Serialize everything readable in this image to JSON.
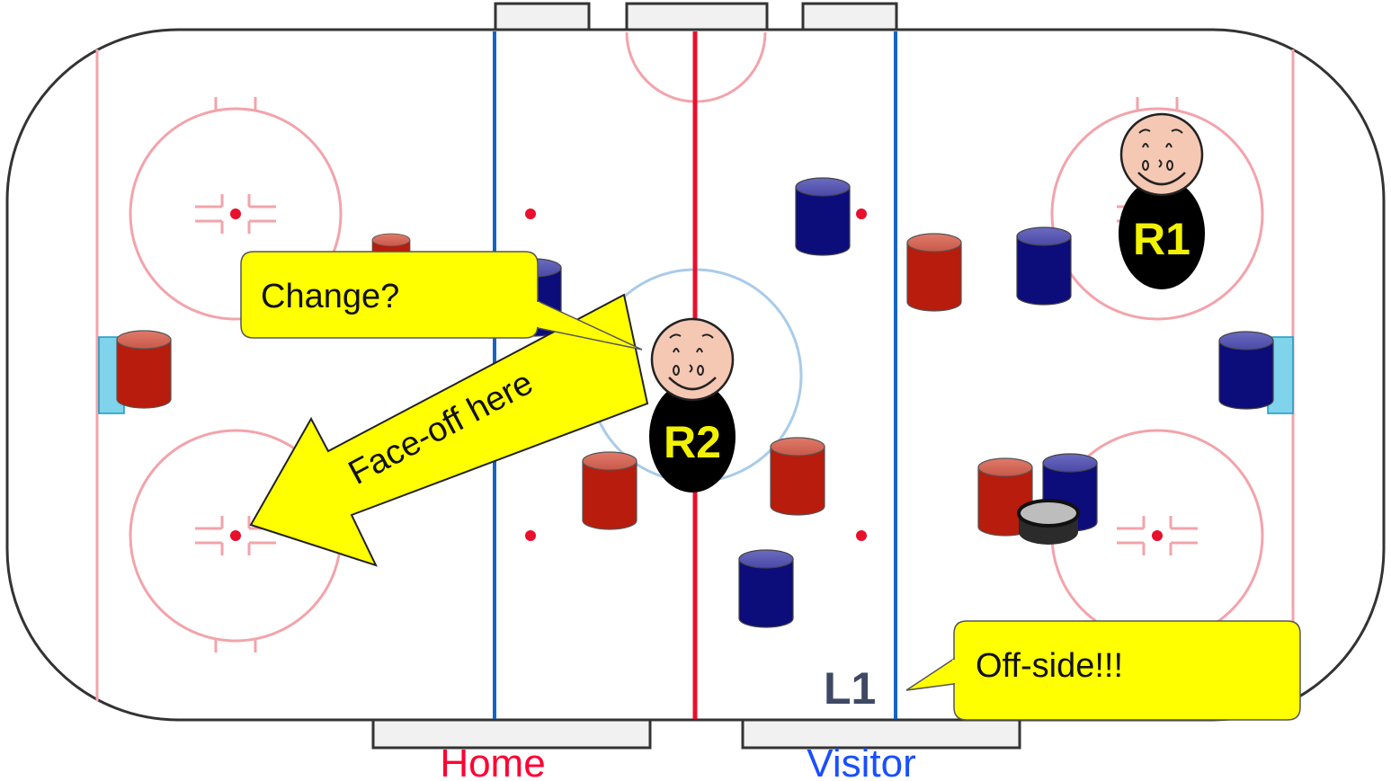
{
  "callouts": {
    "change": "Change?",
    "offside": "Off-side!!!",
    "faceoff": "Face-off here"
  },
  "referees": {
    "r1": "R1",
    "r2": "R2"
  },
  "linesman": "L1",
  "benches": {
    "home": "Home",
    "visitor": "Visitor"
  },
  "colors": {
    "home_team": "#b81c0c",
    "visitor_team": "#0c0c7a",
    "center_line": "#e8102c",
    "blue_line": "#1565c0",
    "callout_fill": "#ffff00",
    "home_label": "#ff0033",
    "visitor_label": "#1a4fff"
  },
  "icons": {
    "home_player": "red-cylinder-icon",
    "visitor_player": "blue-cylinder-icon",
    "puck": "puck-icon",
    "referee": "referee-face-icon"
  }
}
